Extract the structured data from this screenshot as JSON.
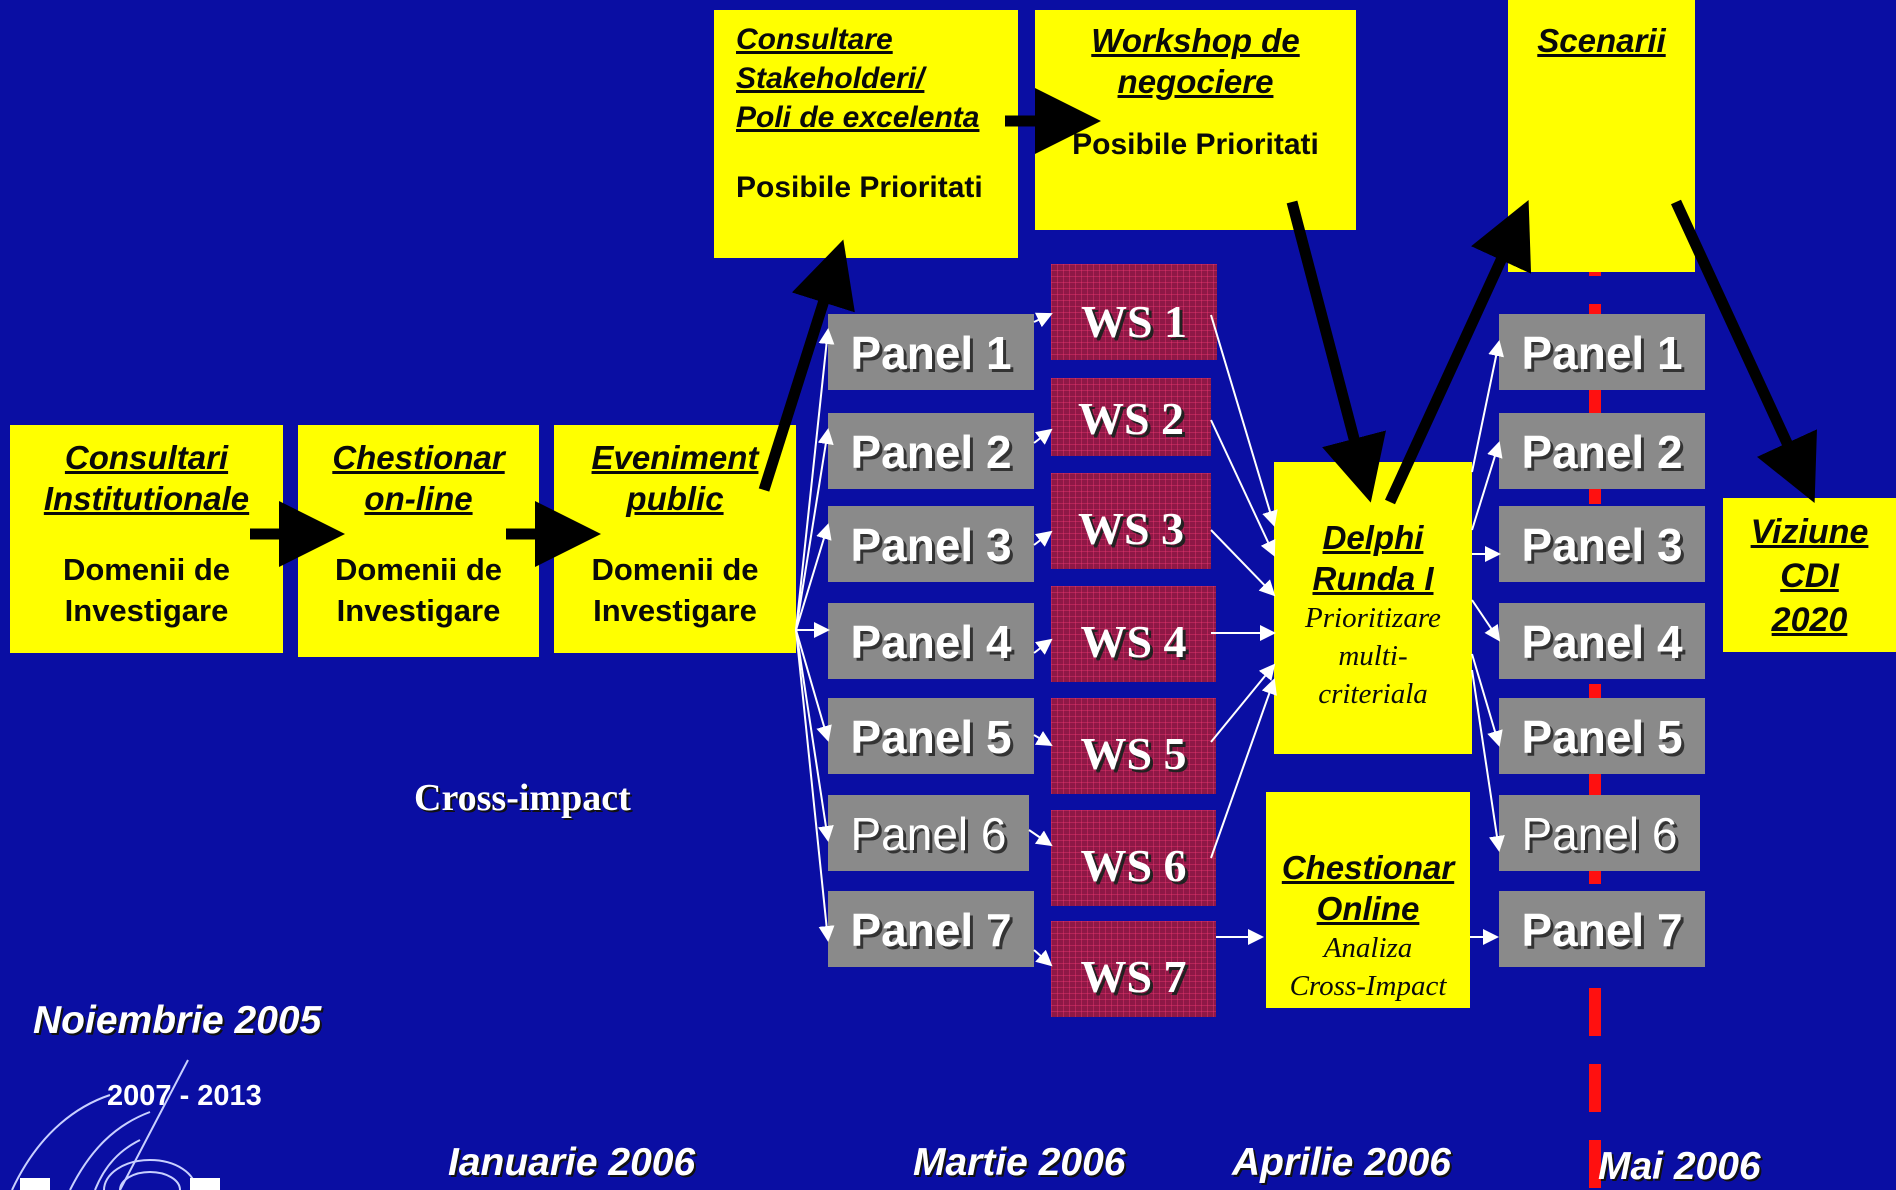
{
  "top_boxes": {
    "consultare": {
      "t1": "Consultare",
      "t2": "Stakeholderi/",
      "t3": "Poli de excelenta",
      "sub": "Posibile Prioritati"
    },
    "workshop": {
      "t1": "Workshop de",
      "t2": "negociere",
      "sub": "Posibile Prioritati"
    },
    "scenarii": {
      "title": "Scenarii"
    }
  },
  "left_boxes": [
    {
      "t1": "Consultari",
      "t2": "Institutionale",
      "s1": "Domenii de",
      "s2": "Investigare"
    },
    {
      "t1": "Chestionar",
      "t2": "on-line",
      "s1": "Domenii de",
      "s2": "Investigare"
    },
    {
      "t1": "Eveniment",
      "t2": "public",
      "s1": "Domenii de",
      "s2": "Investigare"
    }
  ],
  "panels_left": [
    "Panel 1",
    "Panel 2",
    "Panel 3",
    "Panel 4",
    "Panel 5",
    "Panel 6",
    "Panel 7"
  ],
  "workshops": [
    "WS 1",
    "WS 2",
    "WS 3",
    "WS 4",
    "WS 5",
    "WS 6",
    "WS 7"
  ],
  "delphi": {
    "t1": "Delphi",
    "t2": "Runda I",
    "i1": "Prioritizare",
    "i2": "multi-",
    "i3": "criteriala"
  },
  "chestionar_online": {
    "t1": "Chestionar",
    "t2": "Online",
    "i1": "Analiza",
    "i2": "Cross-Impact"
  },
  "panels_right": [
    "Panel 1",
    "Panel 2",
    "Panel 3",
    "Panel 4",
    "Panel 5",
    "Panel 6",
    "Panel 7"
  ],
  "viziune": {
    "t1": "Viziune",
    "t2": "CDI",
    "t3": "2020"
  },
  "cross_impact": "Cross-impact",
  "months": {
    "nov": "Noiembrie 2005",
    "ian": "Ianuarie 2006",
    "mar": "Martie 2006",
    "apr": "Aprilie 2006",
    "mai": "Mai 2006"
  },
  "logo_text": "2007 - 2013",
  "colors": {
    "background": "#0a0ea3",
    "box_yellow": "#ffff00",
    "panel_gray": "#8a8a8a",
    "ws_maroon": "#8e1846",
    "divider_red": "#ff0000"
  }
}
